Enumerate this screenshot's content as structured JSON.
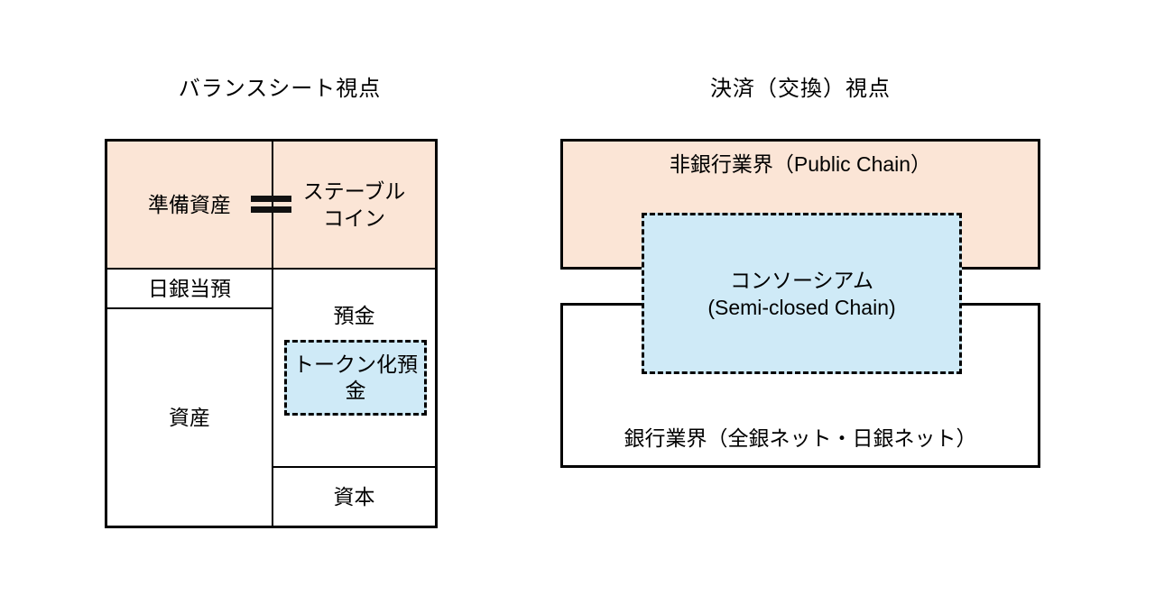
{
  "colors": {
    "pink_fill": "#fbe5d6",
    "blue_fill": "#cfeaf7",
    "line_color": "#000000"
  },
  "left_panel": {
    "title": "バランスシート視点",
    "equals_icon": "double-bar-equals",
    "cells": {
      "reserve_assets": "準備資産",
      "stablecoin": "ステーブル\nコイン",
      "boj_current_deposit": "日銀当預",
      "assets": "資産",
      "deposits": "預金",
      "tokenized_deposit": "トークン化預\n金",
      "capital": "資本"
    }
  },
  "right_panel": {
    "title": "決済（交換）視点",
    "boxes": {
      "non_bank_industry": "非銀行業界（Public Chain）",
      "consortium": "コンソーシアム\n(Semi-closed Chain)",
      "bank_industry": "銀行業界（全銀ネット・日銀ネット）"
    }
  }
}
